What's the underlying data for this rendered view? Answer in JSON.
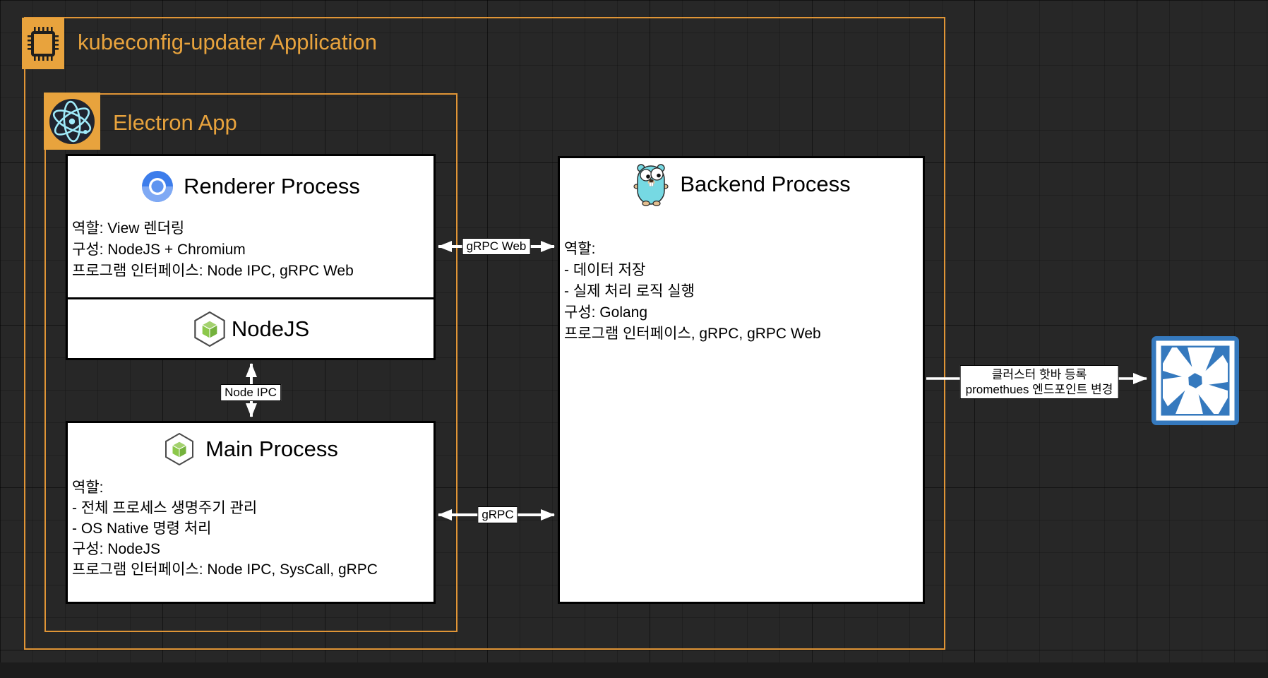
{
  "app": {
    "title": "kubeconfig-updater Application"
  },
  "electron": {
    "title": "Electron App"
  },
  "renderer": {
    "title": "Renderer Process",
    "lines": [
      "역할: View 렌더링",
      "구성: NodeJS + Chromium",
      "프로그램 인터페이스: Node IPC, gRPC Web"
    ]
  },
  "nodejs": {
    "title": "NodeJS"
  },
  "main": {
    "title": "Main Process",
    "lines": [
      "역할:",
      "- 전체 프로세스 생명주기 관리",
      "- OS Native 명령 처리",
      "구성: NodeJS",
      "프로그램 인터페이스: Node IPC, SysCall, gRPC"
    ]
  },
  "backend": {
    "title": "Backend Process",
    "lines": [
      "역할:",
      "- 데이터 저장",
      "- 실제 처리 로직 실행",
      "구성: Golang",
      "프로그램 인터페이스, gRPC, gRPC Web"
    ]
  },
  "connections": {
    "grpc_web": "gRPC Web",
    "node_ipc": "Node IPC",
    "grpc": "gRPC",
    "external_line1": "클러스터 핫바 등록",
    "external_line2": "promethues 엔드포인트 변경"
  },
  "icons": {
    "app_badge": "cpu-chip-icon",
    "electron_badge": "electron-logo-icon",
    "renderer": "chromium-logo-icon",
    "nodejs": "nodejs-logo-icon",
    "main": "nodejs-logo-icon",
    "backend": "go-gopher-icon",
    "external": "aperture-shutter-icon"
  },
  "colors": {
    "accent_orange": "#E8A33D",
    "canvas_bg": "#272727",
    "box_bg": "#FFFFFF",
    "box_border": "#000000",
    "arrow": "#FFFFFF",
    "nodejs_green": "#8CC84B",
    "gopher_teal": "#76D9E3",
    "chromium_blue": "#4687F0",
    "electron_cyan": "#9FEAF9",
    "external_blue": "#3579BE"
  }
}
